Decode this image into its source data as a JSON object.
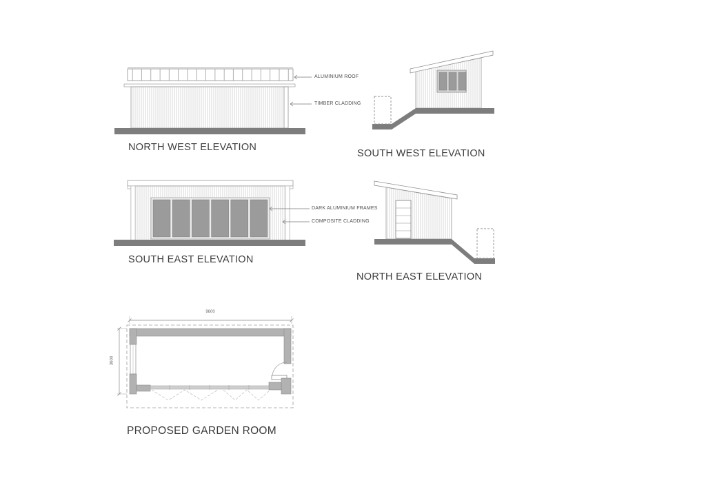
{
  "sheet": {
    "background": "#ffffff",
    "type_note": "architectural planning drawing"
  },
  "palette": {
    "ground_grey": "#7d7d7d",
    "plan_wall_grey": "#b2b2b2",
    "glazing_grey": "#9b9b9b",
    "outline_grey": "#8f8f8f",
    "cladding_line_grey": "#c9c9c9"
  },
  "drawings": {
    "north_west": {
      "title": "NORTH WEST ELEVATION",
      "annotations": [
        {
          "label": "ALUMINIUM ROOF"
        },
        {
          "label": "TIMBER CLADDING"
        }
      ]
    },
    "south_west": {
      "title": "SOUTH WEST ELEVATION"
    },
    "south_east": {
      "title": "SOUTH EAST ELEVATION",
      "annotations": [
        {
          "label": "DARK ALUMINIUM FRAMES"
        },
        {
          "label": "COMPOSITE CLADDING"
        }
      ]
    },
    "north_east": {
      "title": "NORTH EAST ELEVATION"
    },
    "plan": {
      "title": "PROPOSED GARDEN ROOM",
      "dimensions": {
        "width_mm": "9600",
        "depth_mm": "3600"
      }
    }
  }
}
